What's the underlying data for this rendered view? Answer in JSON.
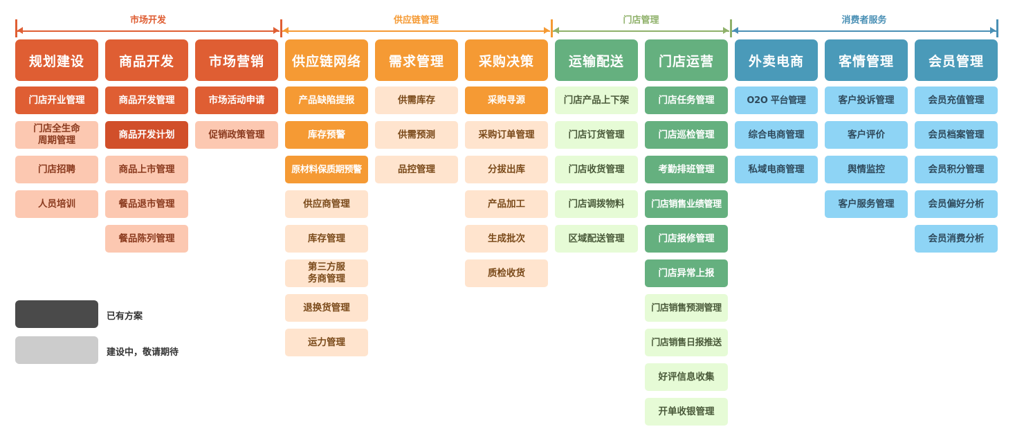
{
  "sections": [
    {
      "title": "市场开发",
      "color": "#DF5E33"
    },
    {
      "title": "供应链管理",
      "color": "#F59A34"
    },
    {
      "title": "门店管理",
      "color": "#8FB16A"
    },
    {
      "title": "消费者服务",
      "color": "#4A90B5"
    }
  ],
  "columns": [
    {
      "title": "规划建设",
      "header_color": "#DF5E33",
      "items": [
        {
          "label": "门店开业管理",
          "status": "done"
        },
        {
          "label": "门店全生命\n周期管理",
          "status": "pending"
        },
        {
          "label": "门店招聘",
          "status": "pending"
        },
        {
          "label": "人员培训",
          "status": "pending"
        }
      ]
    },
    {
      "title": "商品开发",
      "header_color": "#DF5E33",
      "items": [
        {
          "label": "商品开发管理",
          "status": "done"
        },
        {
          "label": "商品开发计划",
          "status": "done"
        },
        {
          "label": "商品上市管理",
          "status": "pending"
        },
        {
          "label": "餐品退市管理",
          "status": "pending"
        },
        {
          "label": "餐品陈列管理",
          "status": "pending"
        }
      ]
    },
    {
      "title": "市场营销",
      "header_color": "#DF5E33",
      "items": [
        {
          "label": "市场活动申请",
          "status": "done"
        },
        {
          "label": "促销政策管理",
          "status": "pending"
        }
      ]
    },
    {
      "title": "供应链网络",
      "header_color": "#F59A34",
      "items": [
        {
          "label": "产品缺陷提报",
          "status": "done"
        },
        {
          "label": "库存预警",
          "status": "done"
        },
        {
          "label": "原材料保质期预警",
          "status": "done"
        },
        {
          "label": "供应商管理",
          "status": "pending"
        },
        {
          "label": "库存管理",
          "status": "pending"
        },
        {
          "label": "第三方服\n务商管理",
          "status": "pending"
        },
        {
          "label": "退换货管理",
          "status": "pending"
        },
        {
          "label": "运力管理",
          "status": "pending"
        }
      ]
    },
    {
      "title": "需求管理",
      "header_color": "#F59A34",
      "items": [
        {
          "label": "供需库存",
          "status": "pending"
        },
        {
          "label": "供需预测",
          "status": "pending"
        },
        {
          "label": "品控管理",
          "status": "pending"
        }
      ]
    },
    {
      "title": "采购决策",
      "header_color": "#F59A34",
      "items": [
        {
          "label": "采购寻源",
          "status": "done"
        },
        {
          "label": "采购订单管理",
          "status": "pending"
        },
        {
          "label": "分拔出库",
          "status": "pending"
        },
        {
          "label": "产品加工",
          "status": "pending"
        },
        {
          "label": "生成批次",
          "status": "pending"
        },
        {
          "label": "质检收货",
          "status": "pending"
        }
      ]
    },
    {
      "title": "运输配送",
      "header_color": "#65B07F",
      "items": [
        {
          "label": "门店产品上下架",
          "status": "pending"
        },
        {
          "label": "门店订货管理",
          "status": "pending"
        },
        {
          "label": "门店收货管理",
          "status": "pending"
        },
        {
          "label": "门店调拨物料",
          "status": "pending"
        },
        {
          "label": "区域配送管理",
          "status": "pending"
        }
      ]
    },
    {
      "title": "门店运营",
      "header_color": "#65B07F",
      "items": [
        {
          "label": "门店任务管理",
          "status": "done"
        },
        {
          "label": "门店巡检管理",
          "status": "done"
        },
        {
          "label": "考勤排班管理",
          "status": "done"
        },
        {
          "label": "门店销售业绩管理",
          "status": "done"
        },
        {
          "label": "门店报修管理",
          "status": "done"
        },
        {
          "label": "门店异常上报",
          "status": "done"
        },
        {
          "label": "门店销售预测管理",
          "status": "pending"
        },
        {
          "label": "门店销售日报推送",
          "status": "pending"
        },
        {
          "label": "好评信息收集",
          "status": "pending"
        },
        {
          "label": "开单收银管理",
          "status": "pending"
        }
      ]
    },
    {
      "title": "外卖电商",
      "header_color": "#4A9AB9",
      "items": [
        {
          "label": "O2O 平台管理",
          "status": "pending"
        },
        {
          "label": "综合电商管理",
          "status": "pending"
        },
        {
          "label": "私域电商管理",
          "status": "pending"
        }
      ]
    },
    {
      "title": "客情管理",
      "header_color": "#4A9AB9",
      "items": [
        {
          "label": "客户投诉管理",
          "status": "pending"
        },
        {
          "label": "客户评价",
          "status": "pending"
        },
        {
          "label": "舆情监控",
          "status": "pending"
        },
        {
          "label": "客户服务管理",
          "status": "pending"
        }
      ]
    },
    {
      "title": "会员管理",
      "header_color": "#4A9AB9",
      "items": [
        {
          "label": "会员充值管理",
          "status": "pending"
        },
        {
          "label": "会员档案管理",
          "status": "pending"
        },
        {
          "label": "会员积分管理",
          "status": "pending"
        },
        {
          "label": "会员偏好分析",
          "status": "pending"
        },
        {
          "label": "会员消费分析",
          "status": "pending"
        }
      ]
    }
  ],
  "legend": [
    {
      "label": "已有方案",
      "color": "#4A4A4A"
    },
    {
      "label": "建设中，敬请期待",
      "color": "#CCCCCC"
    }
  ]
}
